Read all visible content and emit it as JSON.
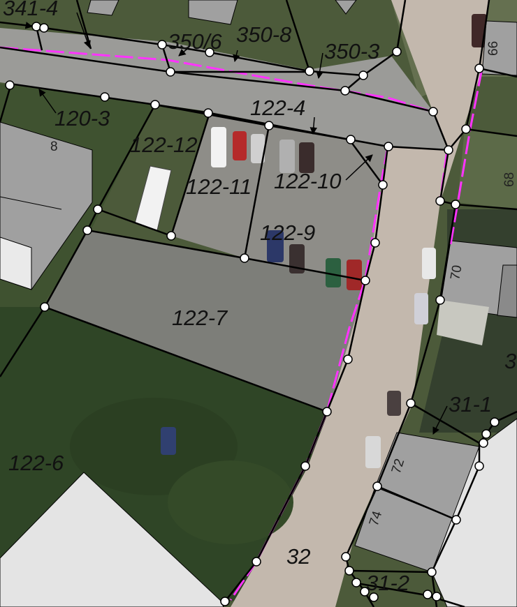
{
  "parcels": [
    {
      "id": "p-341-4",
      "label": "341-4"
    },
    {
      "id": "p-350-6",
      "label": "350/6"
    },
    {
      "id": "p-350-8",
      "label": "350-8"
    },
    {
      "id": "p-350-3",
      "label": "350-3"
    },
    {
      "id": "p-120-3",
      "label": "120-3"
    },
    {
      "id": "p-122-4",
      "label": "122-4"
    },
    {
      "id": "p-122-12",
      "label": "122-12"
    },
    {
      "id": "p-122-11",
      "label": "122-11"
    },
    {
      "id": "p-122-10",
      "label": "122-10"
    },
    {
      "id": "p-122-9",
      "label": "122-9"
    },
    {
      "id": "p-122-7",
      "label": "122-7"
    },
    {
      "id": "p-122-6",
      "label": "122-6"
    },
    {
      "id": "p-31-1",
      "label": "31-1"
    },
    {
      "id": "p-31-2",
      "label": "31-2"
    },
    {
      "id": "p-32",
      "label": "32"
    },
    {
      "id": "p-3",
      "label": "3"
    }
  ],
  "house_numbers": {
    "h8": "8",
    "h66": "66",
    "h68": "68",
    "h70": "70",
    "h72": "72",
    "h74": "74"
  },
  "colors": {
    "boundary": "#000000",
    "road_edge": "#ff33ff",
    "building": "#a0a0a0",
    "node_fill": "#ffffff"
  }
}
